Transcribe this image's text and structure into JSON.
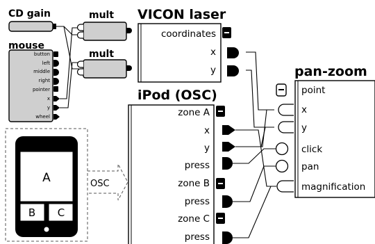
{
  "cd_gain": {
    "title": "CD gain"
  },
  "mouse": {
    "title": "mouse",
    "ports": [
      "button",
      "left",
      "middle",
      "right",
      "pointer",
      "x",
      "y",
      "wheel"
    ]
  },
  "mult1": {
    "title": "mult"
  },
  "mult2": {
    "title": "mult"
  },
  "vicon": {
    "title": "VICON laser",
    "ports": [
      "coordinates",
      "x",
      "y"
    ]
  },
  "ipod": {
    "title": "iPod (OSC)",
    "ports": [
      "zone A",
      "x",
      "y",
      "press",
      "zone B",
      "press",
      "zone C",
      "press"
    ]
  },
  "panzoom": {
    "title": "pan-zoom",
    "ports": [
      "point",
      "x",
      "y",
      "click",
      "pan",
      "magnification"
    ]
  },
  "phone": {
    "zone_a": "A",
    "zone_b": "B",
    "zone_c": "C",
    "link_label": "OSC"
  }
}
